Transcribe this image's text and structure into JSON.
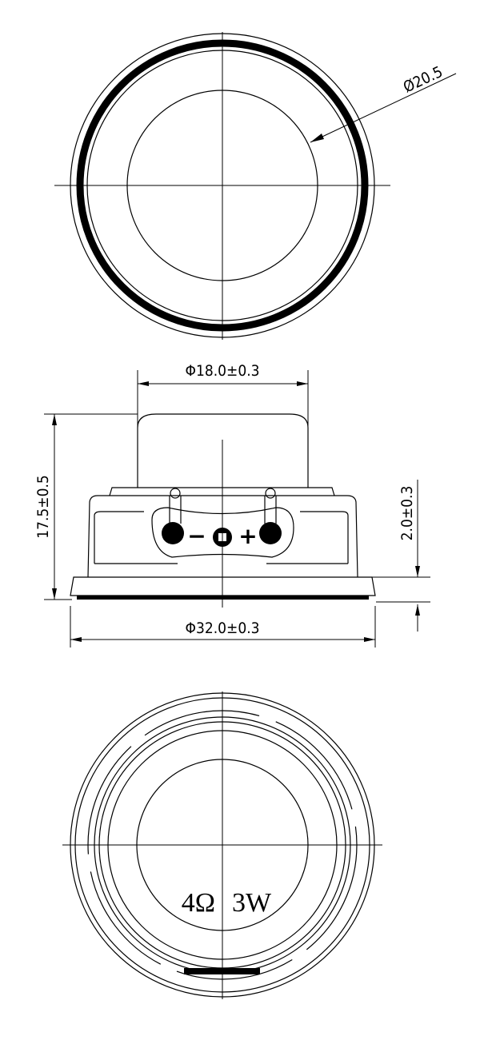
{
  "top_view": {
    "diameter_label": "Ø20.5"
  },
  "side_view": {
    "magnet_diameter_label": "Φ18.0±0.3",
    "height_label": "17.5±0.5",
    "flange_label": "2.0±0.3",
    "outer_diameter_label": "Φ32.0±0.3",
    "minus_terminal": "−",
    "plus_terminal": "+"
  },
  "bottom_view": {
    "impedance_label": "4Ω",
    "power_label": "3W"
  },
  "colors": {
    "line": "#000000",
    "background": "#ffffff"
  }
}
